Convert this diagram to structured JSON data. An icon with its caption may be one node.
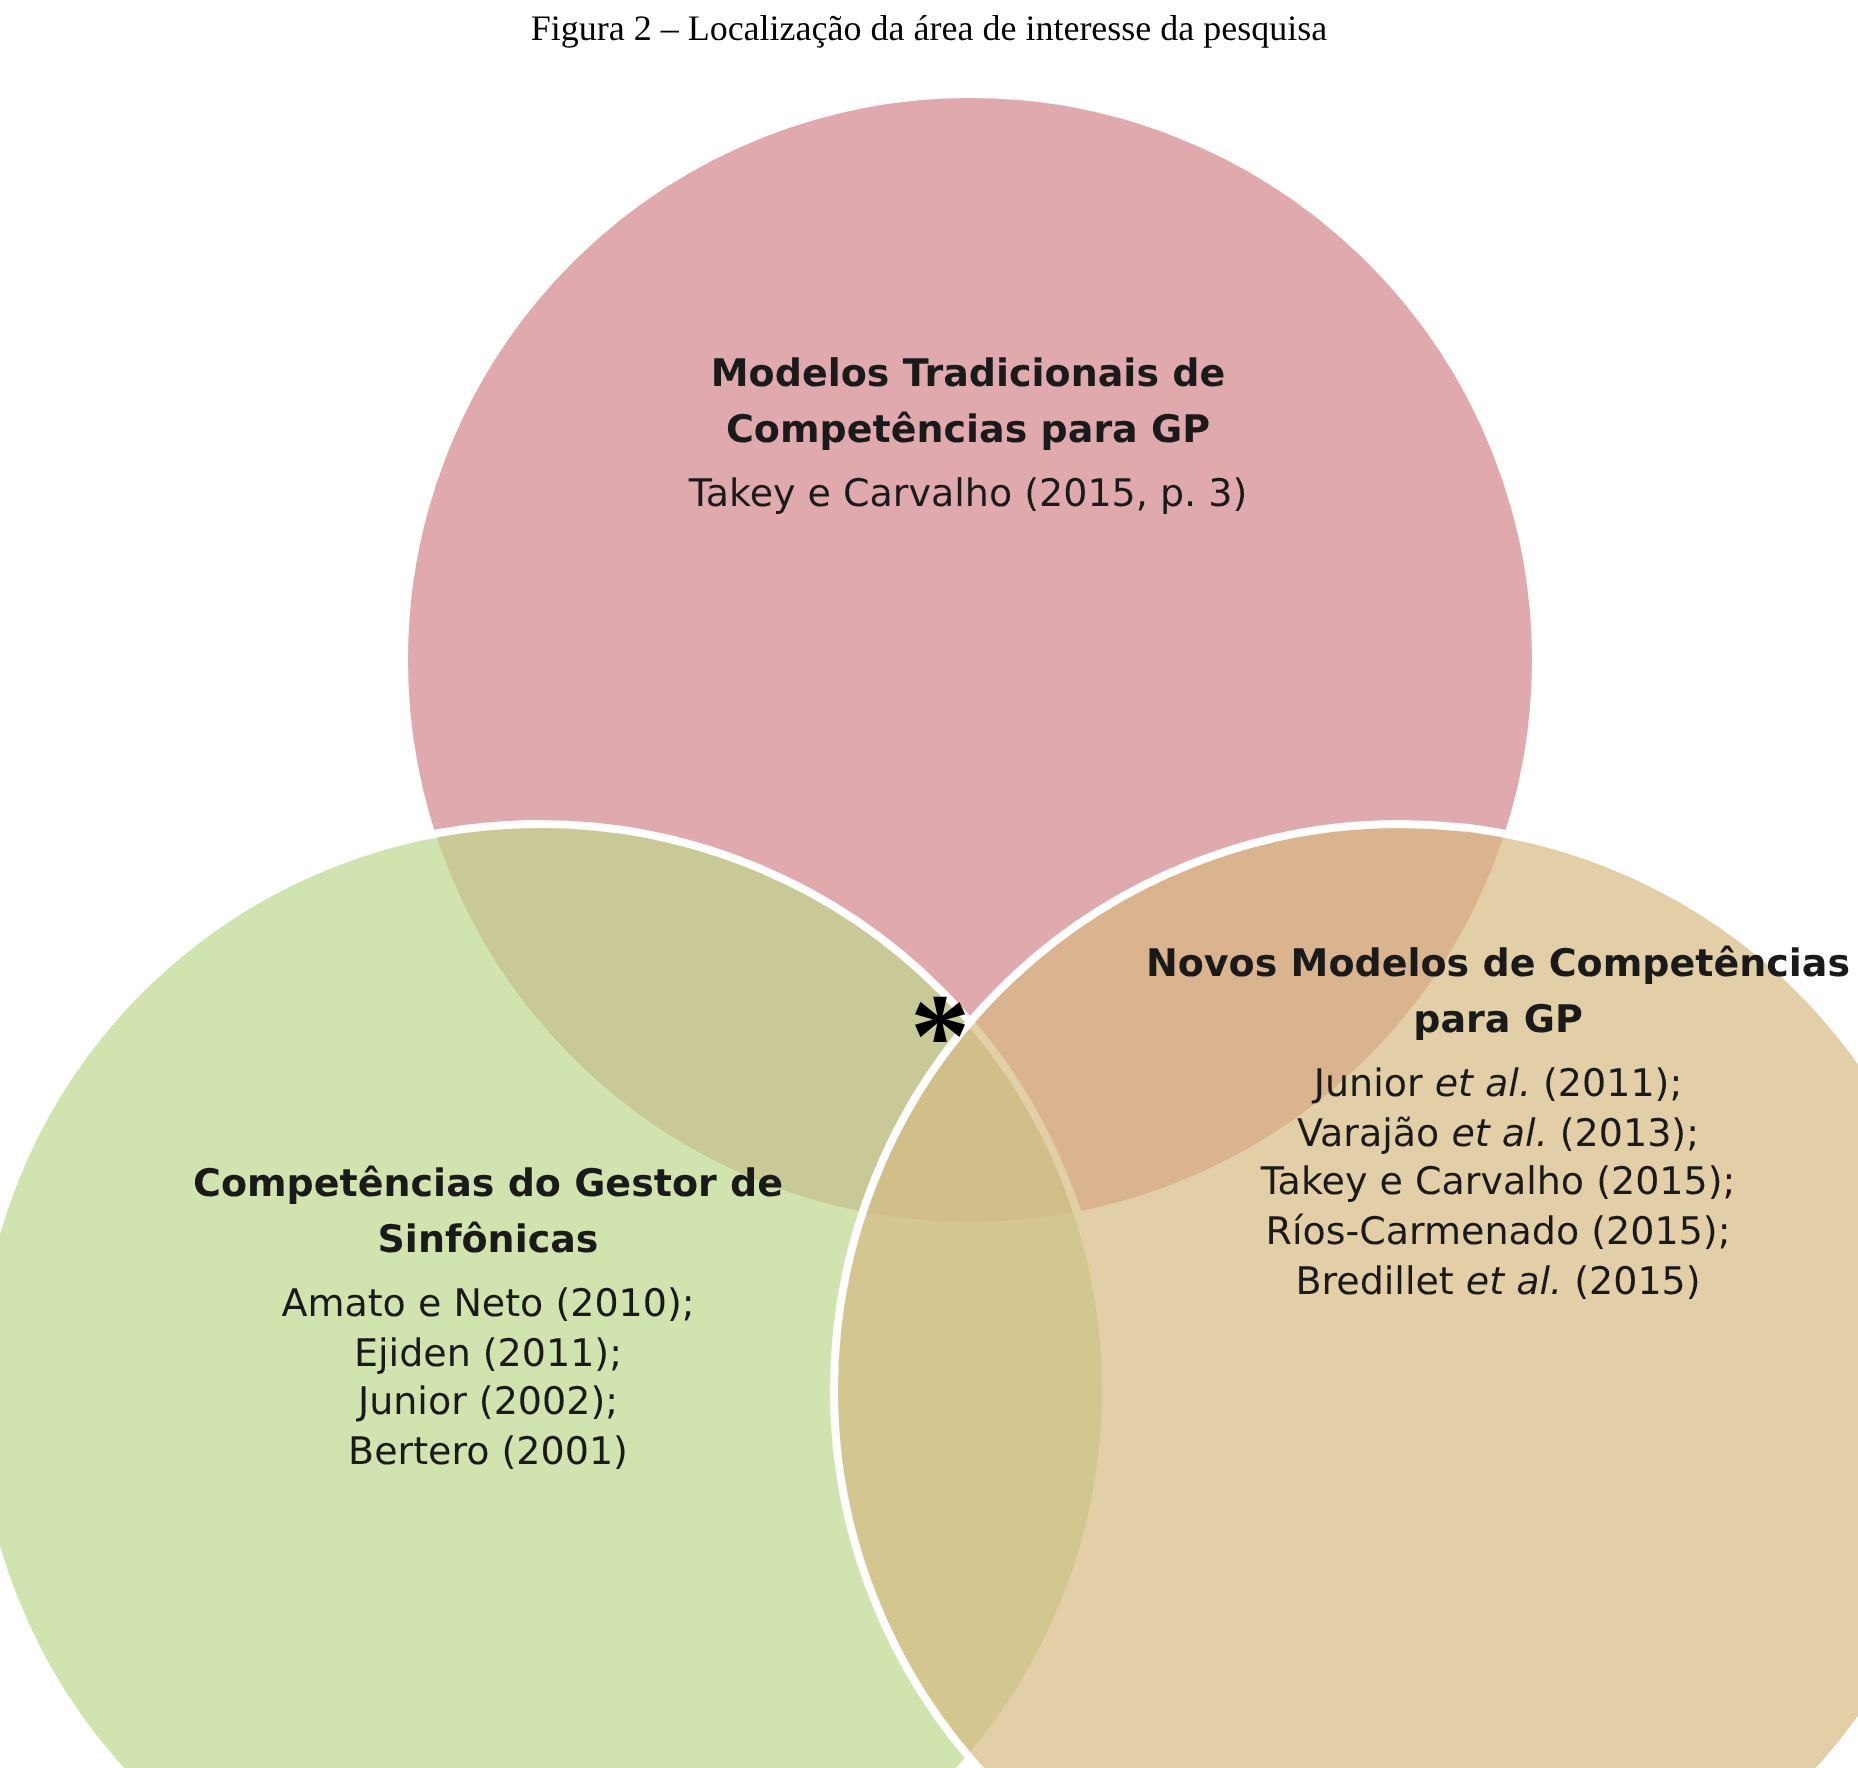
{
  "diagram": {
    "title": "Figura 2 – Localização da área de interesse da pesquisa",
    "nodes": [
      {
        "text": [
          "Modelos Tradicionais de Competências para GP",
          "Takey e Carvalho (2015, p. 3)"
        ]
      },
      {
        "text": [
          "Competências do Gestor de Sinfônicas",
          "Amato e Neto (2010); Ejiden (2011); Junior (2002); Bertero (2001)"
        ]
      },
      {
        "text": [
          "Novos Modelos de Competências para GP",
          "Junior *et al.* (2011); Varajão *et al.* (2013); Takey e Carvalho (2015); Ríos-Carmenado (2015); Bredillet *et al.* (2015)"
        ]
      }
    ],
    "labels": [
      "*"
    ]
  }
}
